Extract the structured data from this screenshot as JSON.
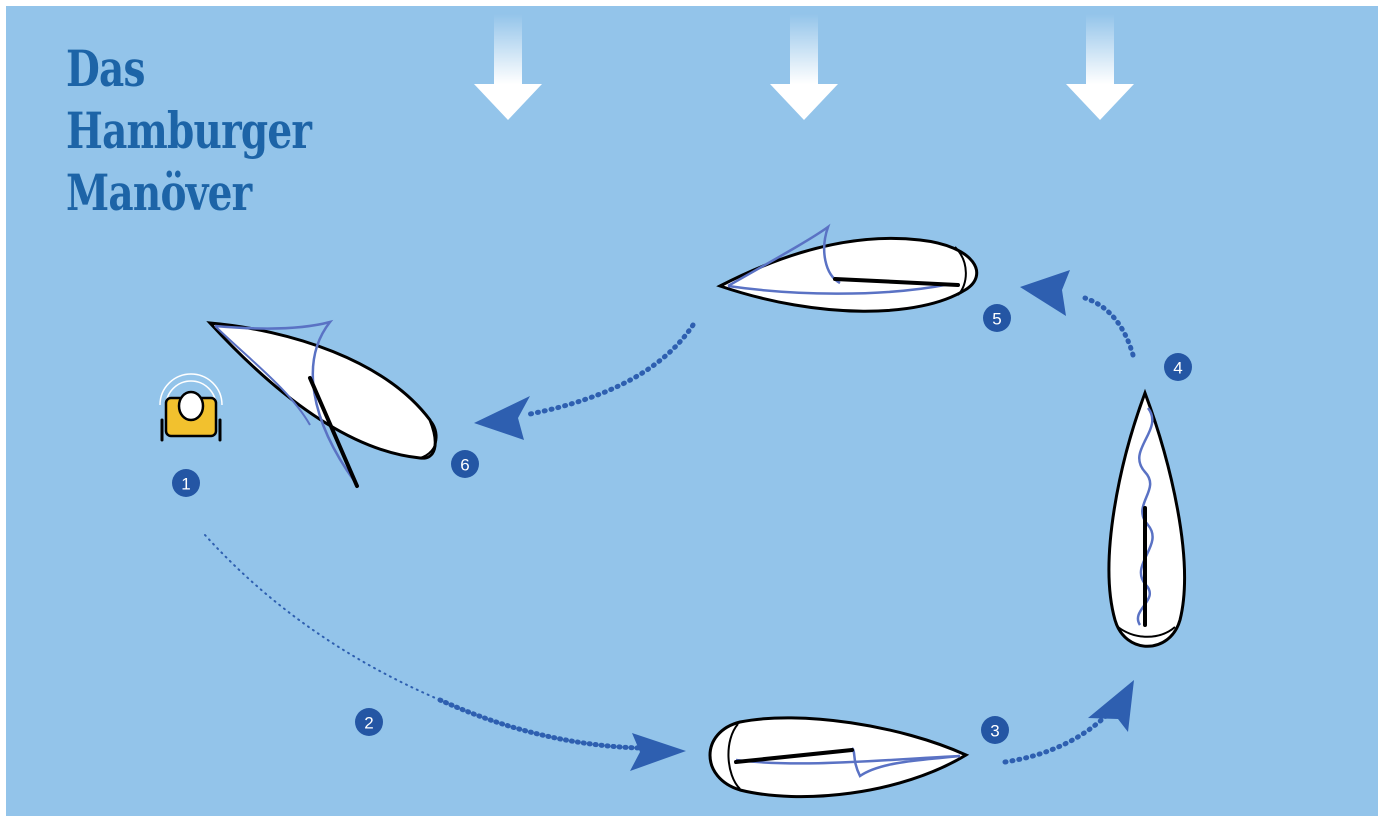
{
  "title": {
    "line1": "Das",
    "line2": "Hamburger",
    "line3": "Manöver"
  },
  "steps": [
    "1",
    "2",
    "3",
    "4",
    "5",
    "6"
  ],
  "colors": {
    "background": "#93c4ea",
    "title": "#1d64a7",
    "step_badge": "#2456a4",
    "path": "#2e5fb0",
    "sail": "#5a72c4",
    "wind_arrow": "#ffffff",
    "life_jacket": "#f2c12e"
  },
  "icons": [
    "wind-arrow-icon",
    "person-overboard-icon",
    "sailboat-icon"
  ]
}
